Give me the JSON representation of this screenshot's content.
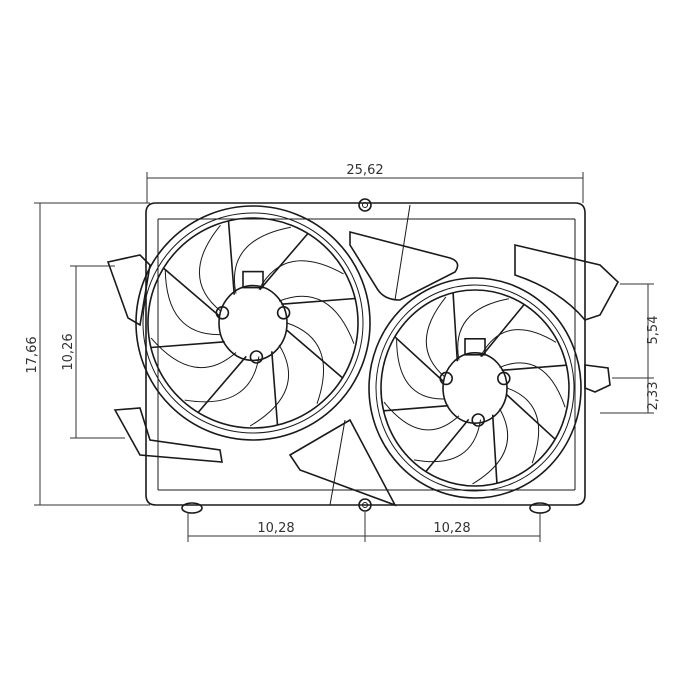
{
  "dimensions": {
    "overall_width": "25,62",
    "overall_height": "17,66",
    "mount_height": "10,26",
    "right_upper": "5,54",
    "right_lower": "2,33",
    "bottom_left": "10,28",
    "bottom_right": "10,28"
  }
}
